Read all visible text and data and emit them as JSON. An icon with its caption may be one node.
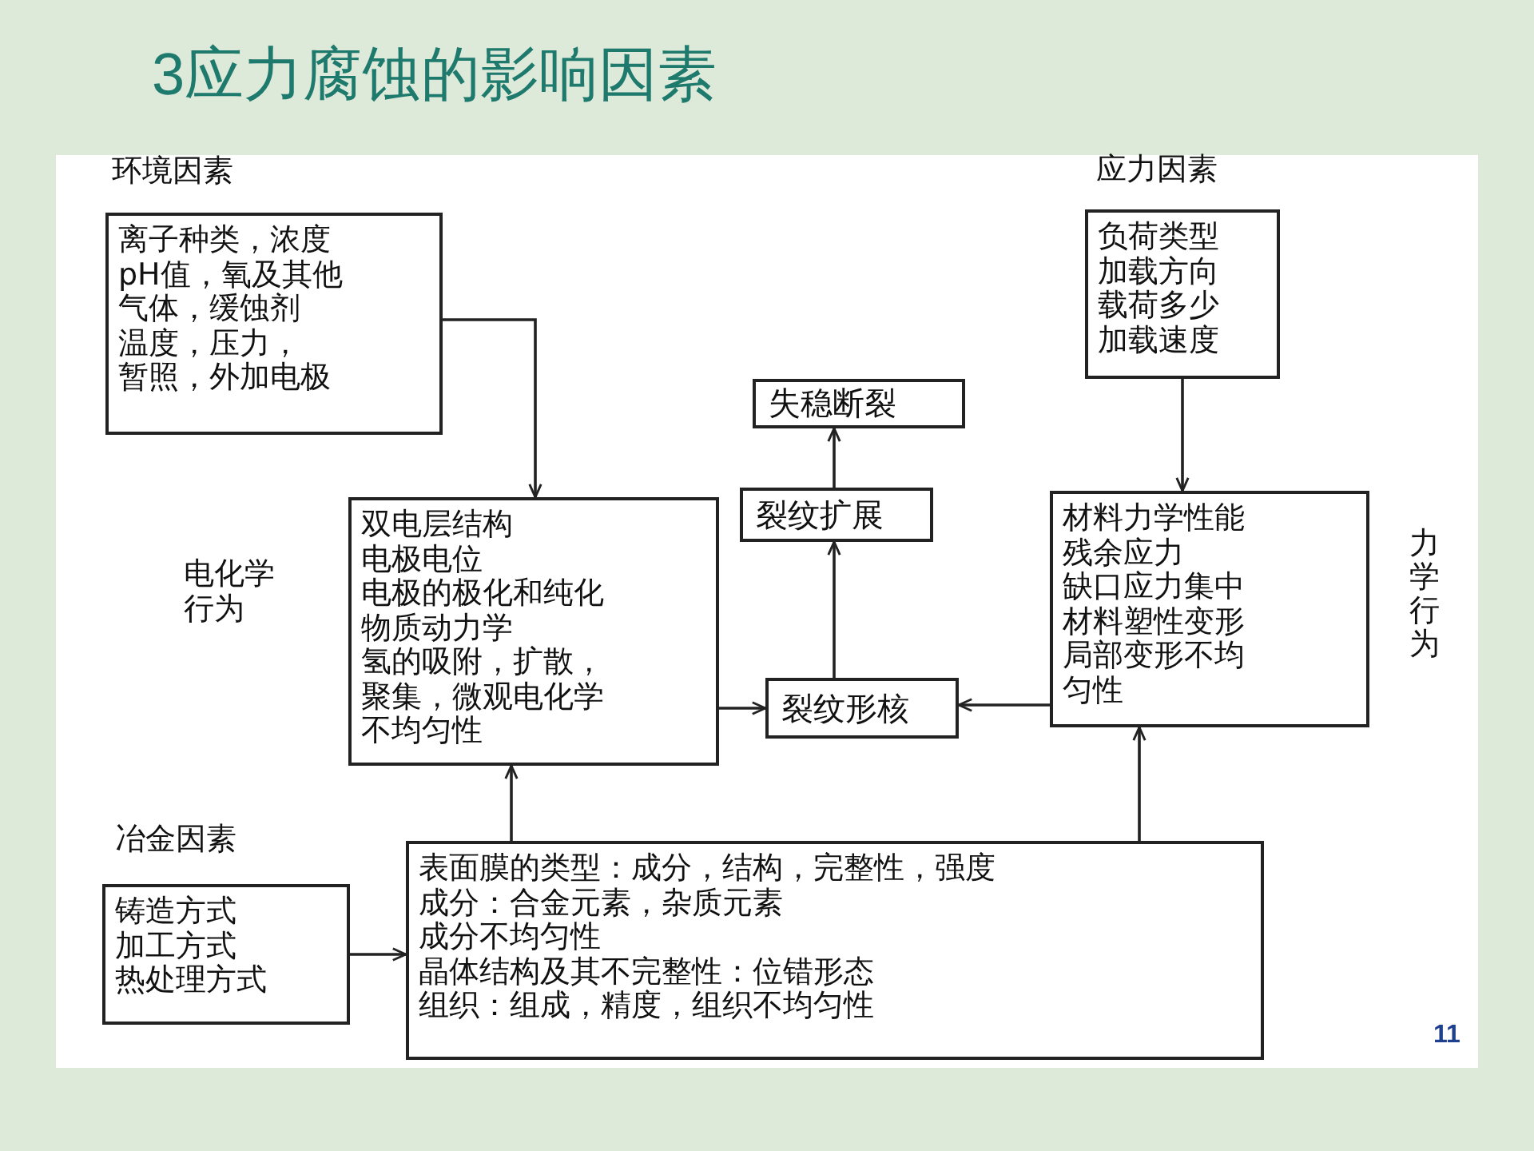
{
  "diagram": {
    "title": "3应力腐蚀的影响因素",
    "nodes": [
      {
        "text": [
          "环境因素",
          "离子种类，浓度",
          "pH值，氧及其他",
          "气体，缓蚀剂",
          "温度，压力，",
          "暂照，外加电极"
        ]
      },
      {
        "text": [
          "应力因素",
          "负荷类型",
          "加载方向",
          "载荷多少",
          "加载速度"
        ]
      },
      {
        "text": [
          "失稳断裂"
        ]
      },
      {
        "text": [
          "裂纹扩展"
        ]
      },
      {
        "text": [
          "双电层结构",
          "电极电位",
          "电极的极化和纯化",
          "物质动力学",
          "氢的吸附，扩散，",
          "聚集，微观电化学",
          "不均匀性"
        ],
        "beside": [
          "电化学行为"
        ]
      },
      {
        "text": [
          "裂纹形核"
        ]
      },
      {
        "text": [
          "材料力学性能",
          "残余应力",
          "缺口应力集中",
          "材料塑性变形",
          "局部变形不均",
          "匀性"
        ],
        "beside": [
          "力学行为"
        ]
      },
      {
        "text": [
          "冶金因素",
          "铸造方式",
          "加工方式",
          "热处理方式"
        ]
      },
      {
        "text": [
          "表面膜的类型：成分，结构，完整性，强度",
          "成分：合金元素，杂质元素",
          "成分不均匀性",
          "晶体结构及其不完整性：位错形态",
          "组织：组成，精度，组织不均匀性"
        ]
      }
    ],
    "edges": [
      {
        "from": 0,
        "to": 4,
        "arrow": "to"
      },
      {
        "from": 1,
        "to": 6,
        "arrow": "to"
      },
      {
        "from": 4,
        "to": 5,
        "arrow": "to"
      },
      {
        "from": 6,
        "to": 5,
        "arrow": "to"
      },
      {
        "from": 5,
        "to": 3,
        "arrow": "to"
      },
      {
        "from": 3,
        "to": 2,
        "arrow": "to"
      },
      {
        "from": 7,
        "to": 8,
        "arrow": "to"
      },
      {
        "from": 8,
        "to": 4,
        "arrow": "to"
      },
      {
        "from": 8,
        "to": 6,
        "arrow": "to"
      }
    ],
    "labels": [
      "11"
    ]
  }
}
